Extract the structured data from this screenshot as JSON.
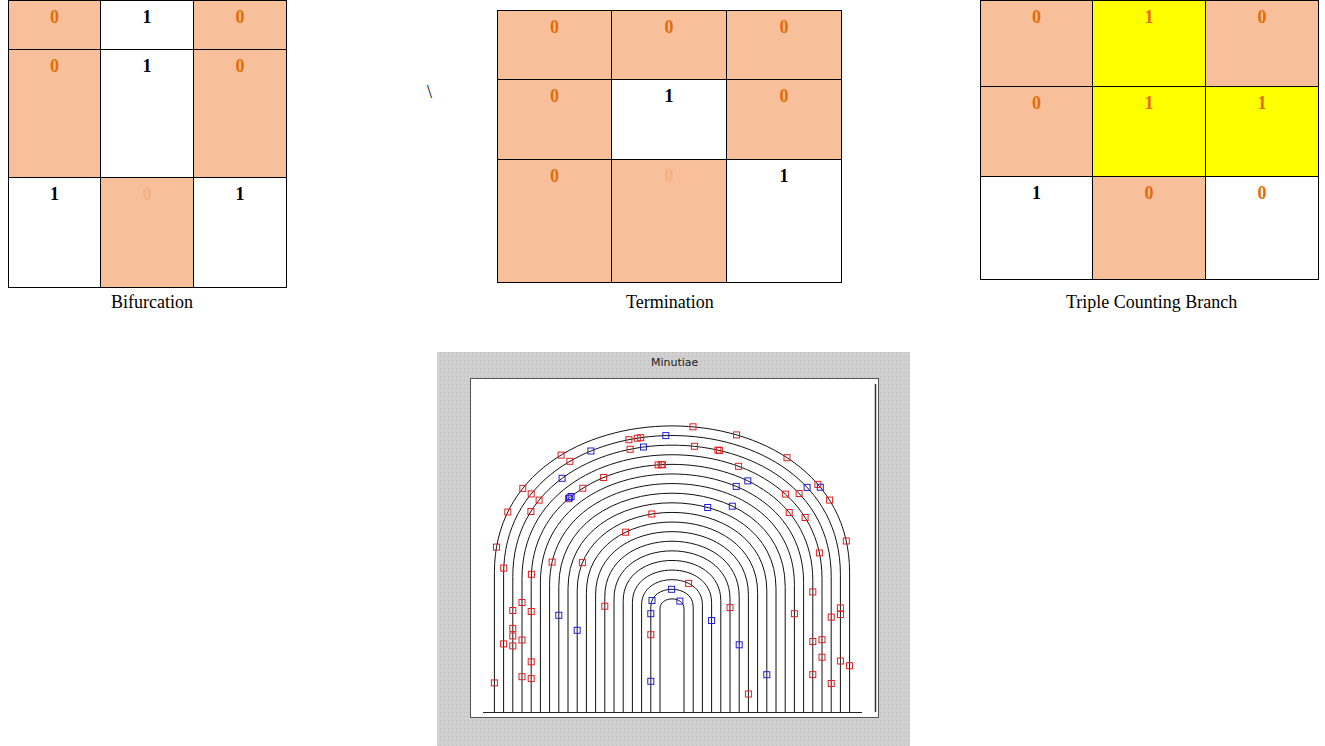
{
  "diagram": {
    "labels": [
      "0",
      "1",
      "0",
      "0",
      "1",
      "0",
      "1",
      "0",
      "1",
      "Bifurcation",
      "\\",
      "0",
      "0",
      "0",
      "0",
      "1",
      "0",
      "0",
      "0",
      "1",
      "Termination",
      "0",
      "1",
      "0",
      "0",
      "1",
      "1",
      "1",
      "0",
      "0",
      "Triple Counting Branch",
      "Minutiae"
    ]
  }
}
